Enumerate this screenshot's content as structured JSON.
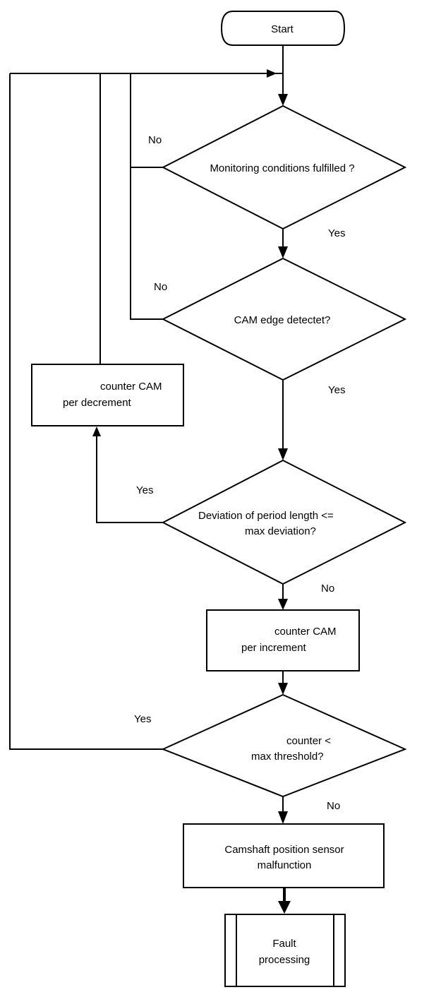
{
  "start": {
    "label": "Start"
  },
  "decision_monitoring": {
    "label": "Monitoring conditions fulfilled ?",
    "no": "No",
    "yes": "Yes"
  },
  "decision_cam_edge": {
    "label": "CAM edge detectet?",
    "no": "No",
    "yes": "Yes"
  },
  "process_decrement": {
    "line1": "counter CAM",
    "line2": "per decrement"
  },
  "decision_deviation": {
    "line1": "Deviation of period length  <=",
    "line2": "max deviation?",
    "yes": "Yes",
    "no": "No"
  },
  "process_increment": {
    "line1": "counter CAM",
    "line2": "per increment"
  },
  "decision_threshold": {
    "line1": "counter  <",
    "line2": "max threshold?",
    "yes": "Yes",
    "no": "No"
  },
  "process_malfunction": {
    "line1": "Camshaft position sensor",
    "line2": "malfunction"
  },
  "fault_processing": {
    "line1": "Fault",
    "line2": "processing"
  }
}
